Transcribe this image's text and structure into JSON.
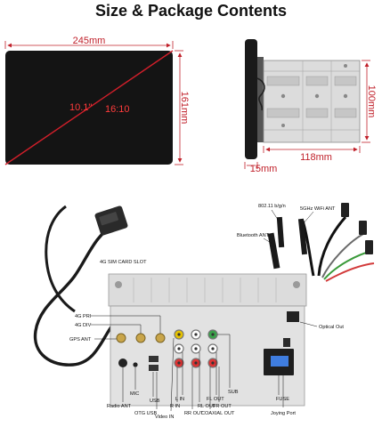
{
  "title": "Size & Package Contents",
  "screen": {
    "width": "245mm",
    "height": "161mm",
    "diagonal": "10.1\"",
    "ratio": "16:10"
  },
  "chassis": {
    "height": "100mm",
    "depth": "118mm",
    "front": "15mm"
  },
  "ports": {
    "sim": "4G SIM CARD SLOT",
    "wifi": "802.11 b/g/n",
    "wifi5g": "5GHz WiFi ANT",
    "bt": "Bluetooth ANT",
    "pri": "4G PRI",
    "div": "4G DIV",
    "gps": "GPS ANT",
    "optical": "Optical Out",
    "mic": "MIC",
    "radio": "Radio ANT",
    "usb": "USB",
    "otg": "OTG USB",
    "video": "Video IN",
    "rin": "R IN",
    "lin": "L IN",
    "rrout": "RR OUT",
    "rlout": "RL OUT",
    "coax": "COAXIAL OUT",
    "flout": "FL OUT",
    "frout": "FR OUT",
    "sub": "SUB",
    "fuse": "FUSE",
    "joying": "Joying Port"
  },
  "colors": {
    "dimension": "#c0202a",
    "screen": "#111111",
    "metal": "#d9d9d9"
  }
}
